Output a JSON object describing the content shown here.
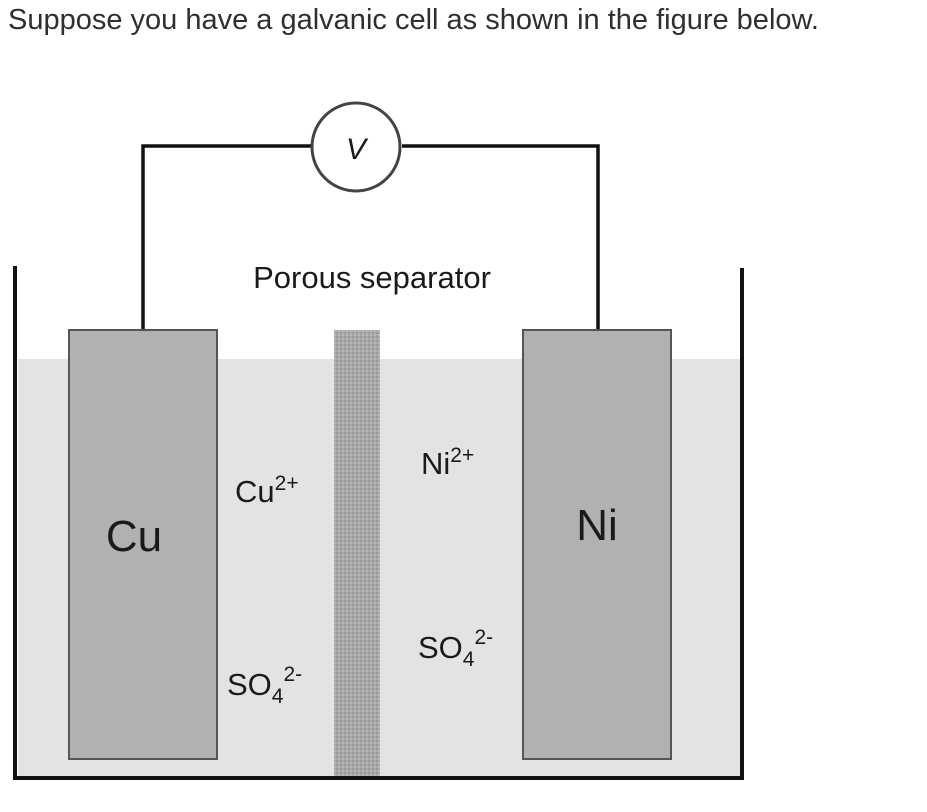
{
  "question": {
    "text": "Suppose you have a galvanic cell as shown in the figure below."
  },
  "diagram": {
    "voltmeter_label": "V",
    "separator_label": "Porous separator",
    "left_electrode": {
      "label": "Cu",
      "cation": {
        "symbol": "Cu",
        "charge": "2+"
      },
      "anion": {
        "symbol": "SO",
        "subscript": "4",
        "charge": "2-"
      }
    },
    "right_electrode": {
      "label": "Ni",
      "cation": {
        "symbol": "Ni",
        "charge": "2+"
      },
      "anion": {
        "symbol": "SO",
        "subscript": "4",
        "charge": "2-"
      }
    },
    "colors": {
      "solution": "#e3e3e3",
      "electrode": "#b1b1b1",
      "separator": "#a6a6a6",
      "wire": "#111111",
      "text": "#2f2f2f"
    }
  }
}
